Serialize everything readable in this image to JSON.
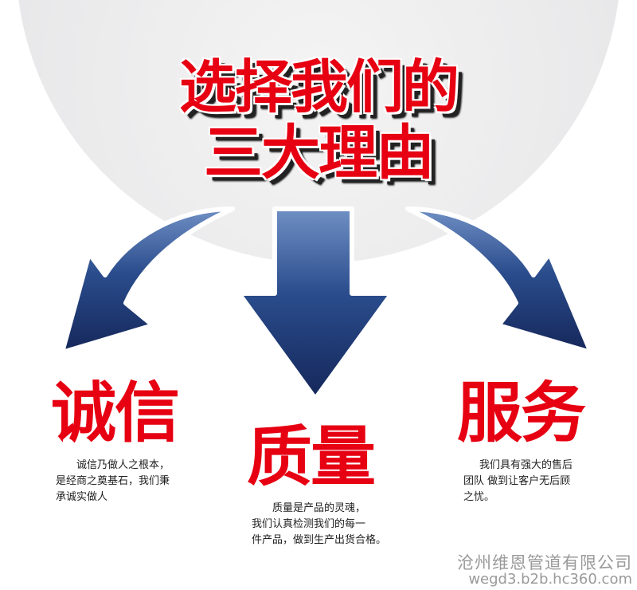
{
  "title": {
    "line1": "选择我们的",
    "line2": "三大理由"
  },
  "colors": {
    "red": "#e60012",
    "arrow": "#1e3a78"
  },
  "reasons": [
    {
      "heading": "诚信",
      "lines": [
        "诚信乃做人之根本，",
        "是经商之奠基石，我们秉",
        "承诚实做人"
      ]
    },
    {
      "heading": "质量",
      "lines": [
        "质量是产品的灵魂，",
        "我们认真检测我们的每一",
        "件产品，做到生产出货合格。"
      ]
    },
    {
      "heading": "服务",
      "lines": [
        "我们具有强大的售后",
        "团队 做到让客户无后顾",
        "之忧。"
      ]
    }
  ],
  "watermark": {
    "company": "沧州维恩管道有限公司",
    "url": "wegd3.b2b.hc360.com"
  }
}
